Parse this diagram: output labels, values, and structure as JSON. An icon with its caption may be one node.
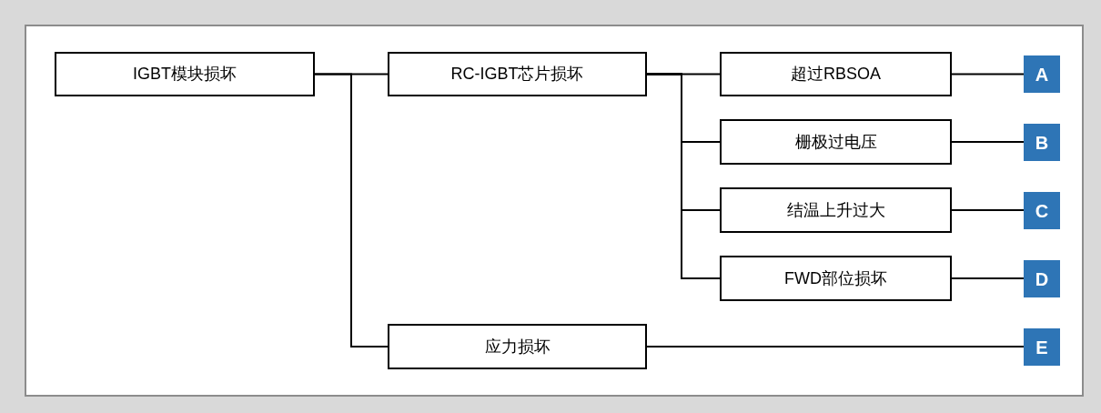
{
  "diagram": {
    "nodes": [
      {
        "text": [
          "IGBT模块损坏"
        ]
      },
      {
        "text": [
          "RC-IGBT芯片损坏"
        ]
      },
      {
        "text": [
          "超过RBSOA"
        ]
      },
      {
        "text": [
          "栅极过电压"
        ]
      },
      {
        "text": [
          "结温上升过大"
        ]
      },
      {
        "text": [
          "FWD部位损坏"
        ]
      },
      {
        "text": [
          "应力损坏"
        ]
      },
      {
        "text": [
          "A"
        ]
      },
      {
        "text": [
          "B"
        ]
      },
      {
        "text": [
          "C"
        ]
      },
      {
        "text": [
          "D"
        ]
      },
      {
        "text": [
          "E"
        ]
      }
    ],
    "edges": [
      {
        "from": 0,
        "to": 1,
        "arrow": "none"
      },
      {
        "from": 0,
        "to": 6,
        "arrow": "none"
      },
      {
        "from": 1,
        "to": 2,
        "arrow": "none"
      },
      {
        "from": 1,
        "to": 3,
        "arrow": "none"
      },
      {
        "from": 1,
        "to": 4,
        "arrow": "none"
      },
      {
        "from": 1,
        "to": 5,
        "arrow": "none"
      },
      {
        "from": 2,
        "to": 7,
        "arrow": "none"
      },
      {
        "from": 3,
        "to": 8,
        "arrow": "none"
      },
      {
        "from": 4,
        "to": 9,
        "arrow": "none"
      },
      {
        "from": 5,
        "to": 10,
        "arrow": "none"
      },
      {
        "from": 6,
        "to": 11,
        "arrow": "none"
      }
    ]
  }
}
